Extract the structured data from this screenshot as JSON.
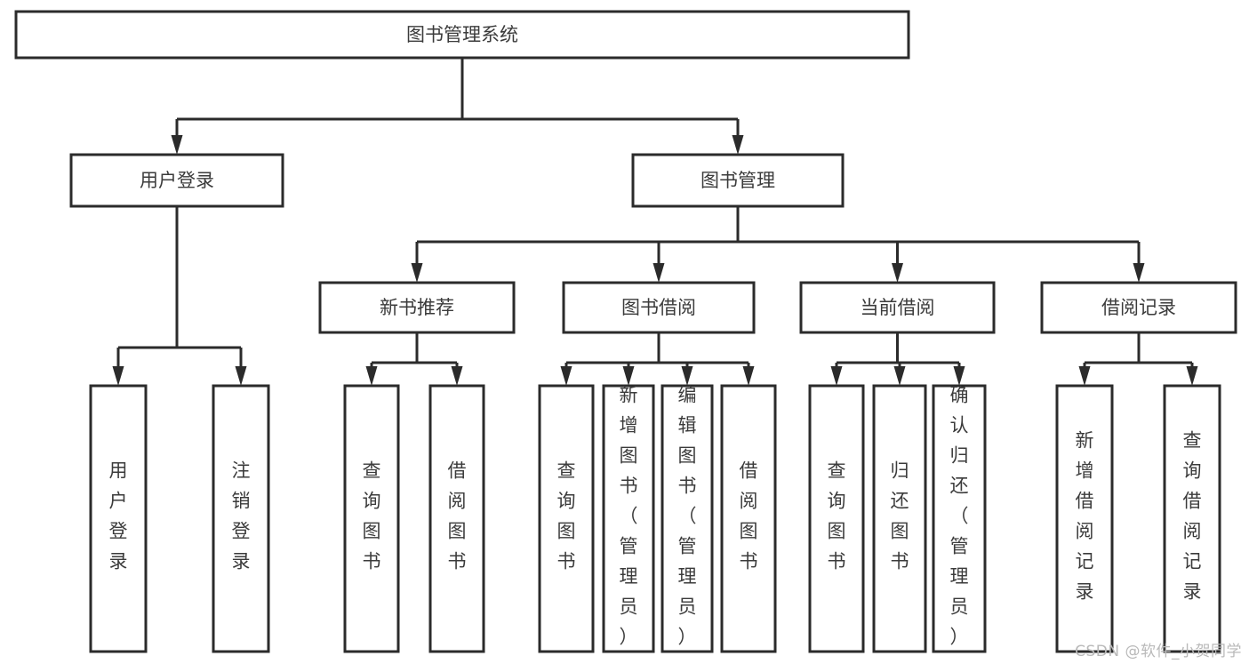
{
  "diagram": {
    "type": "tree",
    "title": "图书管理系统",
    "orientation": "top-down",
    "colors": {
      "stroke": "#2b2b2b",
      "box_fill": "#ffffff",
      "text": "#3b3b3b",
      "background": "#ffffff",
      "watermark": "#b9b9b9"
    },
    "root": {
      "id": "root",
      "label": "图书管理系统",
      "text_orientation": "horizontal"
    },
    "level1": [
      {
        "id": "user-login",
        "label": "用户登录",
        "text_orientation": "horizontal"
      },
      {
        "id": "book-manage",
        "label": "图书管理",
        "text_orientation": "horizontal"
      }
    ],
    "level2": [
      {
        "id": "new-book-recommend",
        "label": "新书推荐",
        "parent": "book-manage",
        "text_orientation": "horizontal"
      },
      {
        "id": "book-borrow",
        "label": "图书借阅",
        "parent": "book-manage",
        "text_orientation": "horizontal"
      },
      {
        "id": "current-borrow",
        "label": "当前借阅",
        "parent": "book-manage",
        "text_orientation": "horizontal"
      },
      {
        "id": "borrow-record",
        "label": "借阅记录",
        "parent": "book-manage",
        "text_orientation": "horizontal"
      }
    ],
    "leaves": [
      {
        "id": "leaf-user-login",
        "label": "用户登录",
        "parent": "user-login",
        "text_orientation": "vertical"
      },
      {
        "id": "leaf-logout-login",
        "label": "注销登录",
        "parent": "user-login",
        "text_orientation": "vertical"
      },
      {
        "id": "leaf-query-book-1",
        "label": "查询图书",
        "parent": "new-book-recommend",
        "text_orientation": "vertical"
      },
      {
        "id": "leaf-borrow-book-1",
        "label": "借阅图书",
        "parent": "new-book-recommend",
        "text_orientation": "vertical"
      },
      {
        "id": "leaf-query-book-2",
        "label": "查询图书",
        "parent": "book-borrow",
        "text_orientation": "vertical"
      },
      {
        "id": "leaf-add-book",
        "label": "新增图书（管理员）",
        "parent": "book-borrow",
        "text_orientation": "vertical"
      },
      {
        "id": "leaf-edit-book",
        "label": "编辑图书（管理员）",
        "parent": "book-borrow",
        "text_orientation": "vertical"
      },
      {
        "id": "leaf-borrow-book-2",
        "label": "借阅图书",
        "parent": "book-borrow",
        "text_orientation": "vertical"
      },
      {
        "id": "leaf-query-book-3",
        "label": "查询图书",
        "parent": "current-borrow",
        "text_orientation": "vertical"
      },
      {
        "id": "leaf-return-book",
        "label": "归还图书",
        "parent": "current-borrow",
        "text_orientation": "vertical"
      },
      {
        "id": "leaf-confirm-return",
        "label": "确认归还（管理员）",
        "parent": "current-borrow",
        "text_orientation": "vertical"
      },
      {
        "id": "leaf-add-record",
        "label": "新增借阅记录",
        "parent": "borrow-record",
        "text_orientation": "vertical"
      },
      {
        "id": "leaf-query-record",
        "label": "查询借阅记录",
        "parent": "borrow-record",
        "text_orientation": "vertical"
      }
    ]
  },
  "watermark": {
    "text": "CSDN @软件_小贺同学"
  }
}
